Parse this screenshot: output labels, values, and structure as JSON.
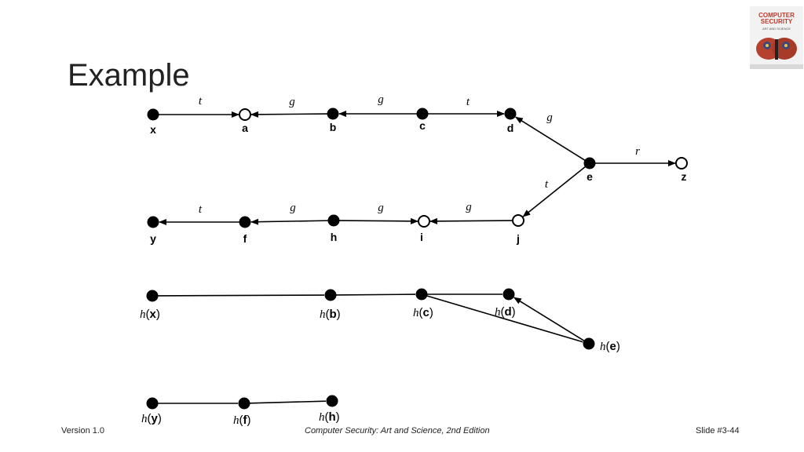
{
  "slide": {
    "title": "Example",
    "footer_left": "Version 1.0",
    "footer_center": "Computer Security: Art and Science, 2nd Edition",
    "footer_right": "Slide #3-44"
  },
  "cover": {
    "line1": "COMPUTER",
    "line2": "SECURITY",
    "line3": "ART AND SCIENCE"
  },
  "graph": {
    "nodes": [
      {
        "id": "x",
        "label": "x",
        "fill": "solid"
      },
      {
        "id": "a",
        "label": "a",
        "fill": "hollow"
      },
      {
        "id": "b",
        "label": "b",
        "fill": "solid"
      },
      {
        "id": "c",
        "label": "c",
        "fill": "solid"
      },
      {
        "id": "d",
        "label": "d",
        "fill": "solid"
      },
      {
        "id": "e",
        "label": "e",
        "fill": "solid"
      },
      {
        "id": "z",
        "label": "z",
        "fill": "hollow"
      },
      {
        "id": "y",
        "label": "y",
        "fill": "solid"
      },
      {
        "id": "f",
        "label": "f",
        "fill": "solid"
      },
      {
        "id": "h",
        "label": "h",
        "fill": "solid"
      },
      {
        "id": "i",
        "label": "i",
        "fill": "hollow"
      },
      {
        "id": "j",
        "label": "j",
        "fill": "hollow"
      }
    ],
    "edges": [
      {
        "from": "x",
        "to": "a",
        "label": "t"
      },
      {
        "from": "b",
        "to": "a",
        "label": "g"
      },
      {
        "from": "c",
        "to": "b",
        "label": "g"
      },
      {
        "from": "c",
        "to": "d",
        "label": "t"
      },
      {
        "from": "e",
        "to": "d",
        "label": "g"
      },
      {
        "from": "e",
        "to": "z",
        "label": "r"
      },
      {
        "from": "e",
        "to": "j",
        "label": "t"
      },
      {
        "from": "f",
        "to": "y",
        "label": "t"
      },
      {
        "from": "h",
        "to": "f",
        "label": "g"
      },
      {
        "from": "h",
        "to": "i",
        "label": "g"
      },
      {
        "from": "j",
        "to": "i",
        "label": "g"
      }
    ]
  },
  "hgraph": {
    "nodes": [
      {
        "id": "hx",
        "fn": "h",
        "arg": "x"
      },
      {
        "id": "hb",
        "fn": "h",
        "arg": "b"
      },
      {
        "id": "hc",
        "fn": "h",
        "arg": "c"
      },
      {
        "id": "hd",
        "fn": "h",
        "arg": "d"
      },
      {
        "id": "he",
        "fn": "h",
        "arg": "e"
      },
      {
        "id": "hy",
        "fn": "h",
        "arg": "y"
      },
      {
        "id": "hf",
        "fn": "h",
        "arg": "f"
      },
      {
        "id": "hh",
        "fn": "h",
        "arg": "h"
      }
    ],
    "edges": [
      {
        "from": "hx",
        "to": "hb",
        "arrow": false
      },
      {
        "from": "hb",
        "to": "hc",
        "arrow": false
      },
      {
        "from": "hc",
        "to": "hd",
        "arrow": false
      },
      {
        "from": "hc",
        "to": "he",
        "arrow": false
      },
      {
        "from": "he",
        "to": "hd",
        "arrow": true
      },
      {
        "from": "hy",
        "to": "hf",
        "arrow": false
      },
      {
        "from": "hf",
        "to": "hh",
        "arrow": false
      }
    ]
  }
}
